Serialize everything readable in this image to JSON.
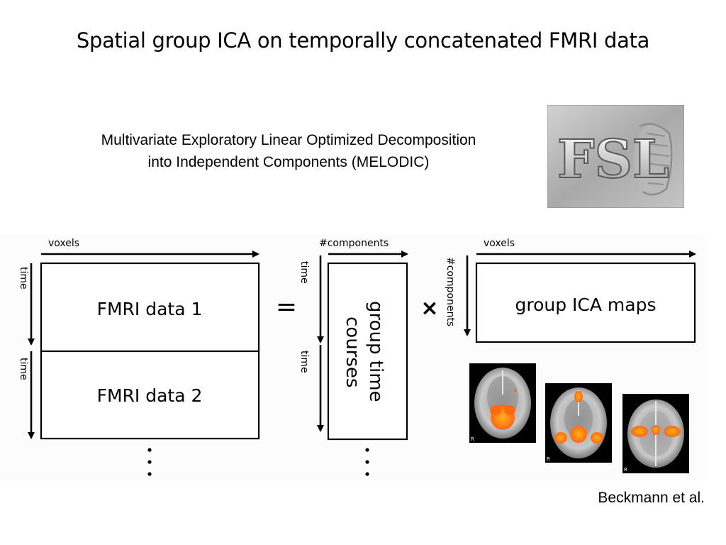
{
  "slide": {
    "title": "Spatial group ICA on temporally concatenated FMRI data",
    "subtitle_line1": "Multivariate Exploratory Linear Optimized Decomposition",
    "subtitle_line2": "into Independent Components (MELODIC)",
    "citation": "Beckmann et al."
  },
  "logo": {
    "text": "FSL"
  },
  "diagram": {
    "data_matrix": {
      "axis_top": "voxels",
      "axis_left_1": "time",
      "axis_left_2": "time",
      "block1_label": "FMRI data 1",
      "block2_label": "FMRI data 2"
    },
    "equals_sign": "=",
    "timecourse_matrix": {
      "axis_top": "#components",
      "axis_left_1": "time",
      "axis_left_2": "time",
      "label_line1": "group time",
      "label_line2": "courses"
    },
    "times_sign": "×",
    "maps_matrix": {
      "axis_top": "voxels",
      "axis_left": "#components",
      "label": "group ICA maps"
    },
    "brain_thumbnails": [
      {
        "corner_label": "R"
      },
      {
        "corner_label": "R"
      },
      {
        "corner_label": "R"
      }
    ],
    "colors": {
      "activation": "#ff6a10",
      "activation_core": "#ffb020",
      "thumbnail_bg": "#000000"
    }
  }
}
